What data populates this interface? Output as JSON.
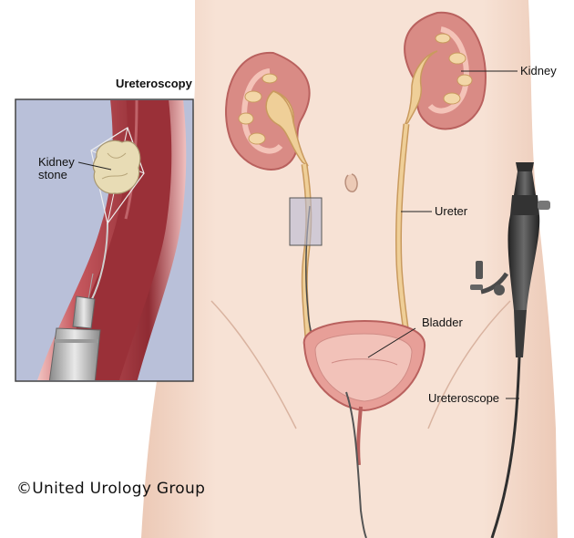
{
  "inset": {
    "title": "Ureteroscopy",
    "stone_label_line1": "Kidney",
    "stone_label_line2": "stone"
  },
  "labels": {
    "kidney": "Kidney",
    "ureter": "Ureter",
    "bladder": "Bladder",
    "ureteroscope": "Ureteroscope"
  },
  "copyright": "©United Urology Group",
  "colors": {
    "skin": "#f6ded0",
    "skin_shadow": "#e8c1ad",
    "kidney": "#d98b85",
    "kidney_dark": "#b9615e",
    "pelvis": "#efcf98",
    "bladder": "#e79f98",
    "inset_bg": "#b9c0d9",
    "ureter_wall": "#b5414a",
    "scope": "#3d3d3d"
  }
}
